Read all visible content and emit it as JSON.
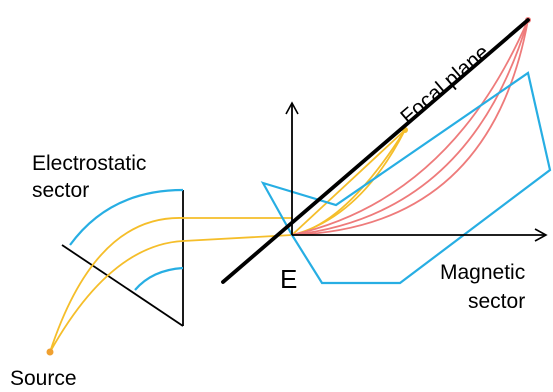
{
  "labels": {
    "electrostatic_line1": "Electrostatic",
    "electrostatic_line2": "sector",
    "focal_plane": "Focal plane",
    "e_label": "E",
    "magnetic_line1": "Magnetic",
    "magnetic_line2": "sector",
    "source": "Source"
  },
  "colors": {
    "ion_path": "#F5BE2A",
    "magnetic_path": "#EE7B7B",
    "sector_outline": "#27AEE3",
    "axis": "#000000",
    "source_dot": "#F0A030"
  }
}
